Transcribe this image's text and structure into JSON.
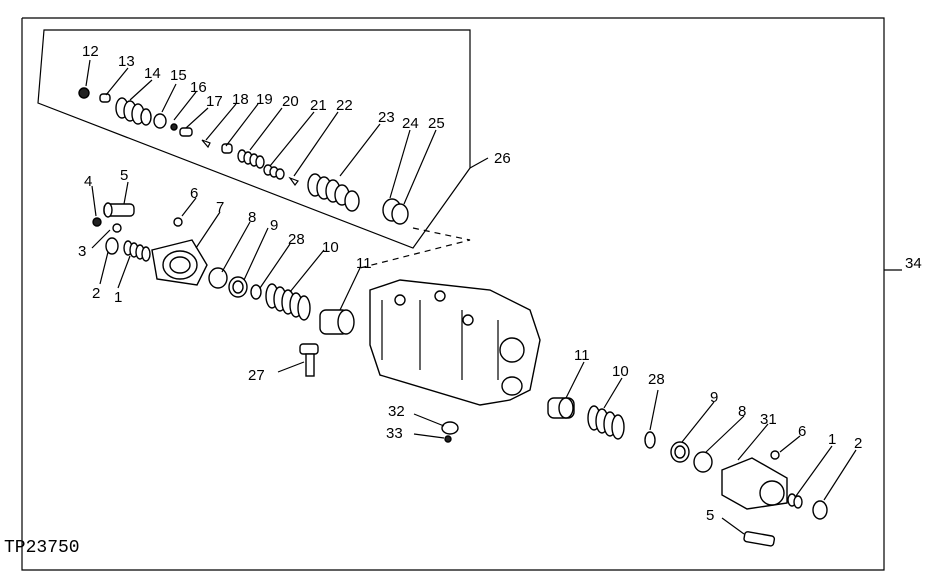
{
  "figure_ref": "TP23750",
  "callouts": {
    "c1a": "1",
    "c2a": "2",
    "c3": "3",
    "c4": "4",
    "c5a": "5",
    "c6a": "6",
    "c7": "7",
    "c8a": "8",
    "c9a": "9",
    "c28a": "28",
    "c10a": "10",
    "c11a": "11",
    "c12": "12",
    "c13": "13",
    "c14": "14",
    "c15": "15",
    "c16": "16",
    "c17": "17",
    "c18": "18",
    "c19": "19",
    "c20": "20",
    "c21": "21",
    "c22": "22",
    "c23": "23",
    "c24": "24",
    "c25": "25",
    "c26": "26",
    "c27": "27",
    "c32": "32",
    "c33": "33",
    "c34": "34",
    "c11b": "11",
    "c10b": "10",
    "c28b": "28",
    "c9b": "9",
    "c8b": "8",
    "c31": "31",
    "c6b": "6",
    "c1b": "1",
    "c2b": "2",
    "c5b": "5"
  }
}
